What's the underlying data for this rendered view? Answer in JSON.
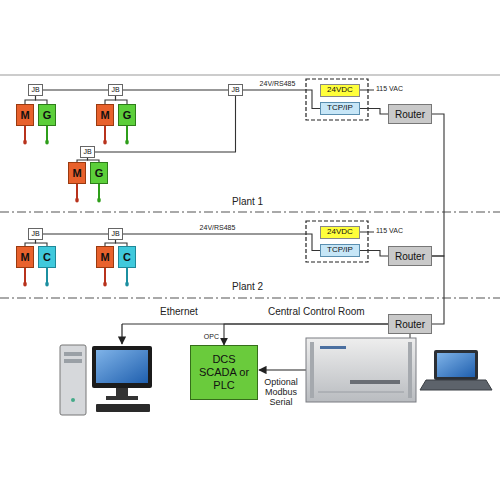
{
  "diagram": {
    "nodes": [
      {
        "text": [
          "JB"
        ]
      },
      {
        "text": [
          "M"
        ]
      },
      {
        "text": [
          "G"
        ]
      },
      {
        "text": [
          "JB"
        ]
      },
      {
        "text": [
          "M"
        ]
      },
      {
        "text": [
          "G"
        ]
      },
      {
        "text": [
          "JB"
        ]
      },
      {
        "text": [
          "JB"
        ]
      },
      {
        "text": [
          "M"
        ]
      },
      {
        "text": [
          "G"
        ]
      },
      {
        "text": [
          "24VDC"
        ]
      },
      {
        "text": [
          "TCP/IP"
        ]
      },
      {
        "text": [
          "Router"
        ]
      },
      {
        "text": [
          "JB"
        ]
      },
      {
        "text": [
          "M"
        ]
      },
      {
        "text": [
          "C"
        ]
      },
      {
        "text": [
          "JB"
        ]
      },
      {
        "text": [
          "M"
        ]
      },
      {
        "text": [
          "C"
        ]
      },
      {
        "text": [
          "24VDC"
        ]
      },
      {
        "text": [
          "TCP/IP"
        ]
      },
      {
        "text": [
          "Router"
        ]
      },
      {
        "text": [
          "Router"
        ]
      },
      {
        "text": [
          "DCS SCADA or PLC"
        ]
      }
    ],
    "edges": [
      {
        "from": 0,
        "to": 1,
        "arrow": "none"
      },
      {
        "from": 0,
        "to": 2,
        "arrow": "none"
      },
      {
        "from": 3,
        "to": 4,
        "arrow": "none"
      },
      {
        "from": 3,
        "to": 5,
        "arrow": "none"
      },
      {
        "from": 7,
        "to": 8,
        "arrow": "none"
      },
      {
        "from": 7,
        "to": 9,
        "arrow": "none"
      },
      {
        "from": 0,
        "to": 3,
        "arrow": "none"
      },
      {
        "from": 3,
        "to": 6,
        "arrow": "none"
      },
      {
        "from": 6,
        "to": 7,
        "arrow": "none"
      },
      {
        "from": 6,
        "to": 11,
        "label": "24V/RS485",
        "arrow": "none"
      },
      {
        "from": 11,
        "to": 12,
        "arrow": "none"
      },
      {
        "from": 13,
        "to": 14,
        "arrow": "none"
      },
      {
        "from": 13,
        "to": 15,
        "arrow": "none"
      },
      {
        "from": 16,
        "to": 17,
        "arrow": "none"
      },
      {
        "from": 16,
        "to": 18,
        "arrow": "none"
      },
      {
        "from": 13,
        "to": 16,
        "arrow": "none"
      },
      {
        "from": 16,
        "to": 20,
        "label": "24V/RS485",
        "arrow": "none"
      },
      {
        "from": 20,
        "to": 21,
        "arrow": "none"
      },
      {
        "from": 12,
        "to": 21,
        "arrow": "none"
      },
      {
        "from": 21,
        "to": 22,
        "arrow": "none"
      },
      {
        "from": 22,
        "to": 23,
        "label": "OPC",
        "arrow": "to"
      }
    ],
    "labels": [
      "115 VAC",
      "Plant 1",
      "115 VAC",
      "Plant 2",
      "Central Control Room",
      "Ethernet",
      "Optional Modbus Serial"
    ]
  }
}
